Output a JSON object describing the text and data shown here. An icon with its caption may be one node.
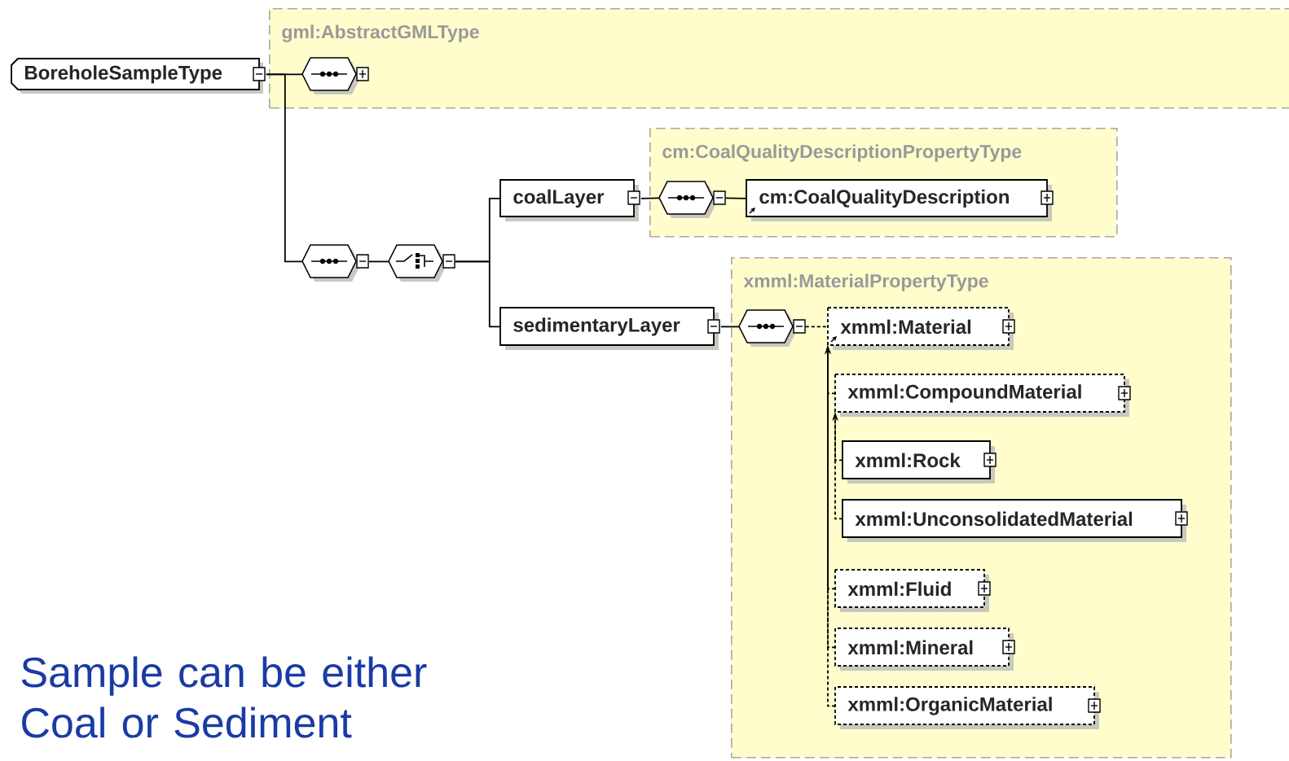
{
  "diagram": {
    "nodes": [
      {
        "text": [
          "gml:AbstractGMLType"
        ]
      },
      {
        "text": [
          "BoreholeSampleType"
        ]
      },
      {
        "text": [],
        "shape": "octagon",
        "in": 0
      },
      {
        "text": [],
        "shape": "octagon"
      },
      {
        "text": [],
        "shape": "octagon"
      },
      {
        "text": [
          "coalLayer"
        ]
      },
      {
        "text": [
          "cm:CoalQualityDescriptionPropertyType"
        ]
      },
      {
        "text": [],
        "shape": "octagon",
        "in": 6
      },
      {
        "text": [
          "cm:CoalQualityDescription"
        ],
        "in": 6
      },
      {
        "text": [
          "sedimentaryLayer"
        ]
      },
      {
        "text": [
          "xmml:MaterialPropertyType"
        ]
      },
      {
        "text": [],
        "shape": "octagon",
        "in": 10
      },
      {
        "text": [
          "xmml:Material"
        ],
        "in": 10
      },
      {
        "text": [
          "xmml:CompoundMaterial"
        ],
        "in": 10
      },
      {
        "text": [
          "xmml:Rock"
        ],
        "in": 10
      },
      {
        "text": [
          "xmml:UnconsolidatedMaterial"
        ],
        "in": 10
      },
      {
        "text": [
          "xmml:Fluid"
        ],
        "in": 10
      },
      {
        "text": [
          "xmml:Mineral"
        ],
        "in": 10
      },
      {
        "text": [
          "xmml:OrganicMaterial"
        ],
        "in": 10
      }
    ],
    "edges": [
      {
        "from": 1,
        "to": 2,
        "arrow": "none"
      },
      {
        "from": 1,
        "to": 3,
        "arrow": "none"
      },
      {
        "from": 3,
        "to": 4,
        "arrow": "none"
      },
      {
        "from": 4,
        "to": 5,
        "arrow": "none"
      },
      {
        "from": 4,
        "to": 9,
        "arrow": "none"
      },
      {
        "from": 5,
        "to": 7,
        "arrow": "none"
      },
      {
        "from": 7,
        "to": 8,
        "arrow": "none"
      },
      {
        "from": 9,
        "to": 11,
        "arrow": "none"
      },
      {
        "from": 11,
        "to": 12,
        "arrow": "none",
        "style": "dashed"
      },
      {
        "from": 13,
        "to": 12,
        "arrow": "to",
        "style": "dashed"
      },
      {
        "from": 14,
        "to": 13,
        "arrow": "to",
        "style": "dashed"
      },
      {
        "from": 15,
        "to": 13,
        "arrow": "to",
        "style": "dashed"
      },
      {
        "from": 16,
        "to": 12,
        "arrow": "to",
        "style": "dashed"
      },
      {
        "from": 17,
        "to": 12,
        "arrow": "to",
        "style": "dashed"
      },
      {
        "from": 18,
        "to": 12,
        "arrow": "to",
        "style": "dashed"
      }
    ],
    "labels": [
      "Sample can be either Coal or Sediment"
    ]
  }
}
